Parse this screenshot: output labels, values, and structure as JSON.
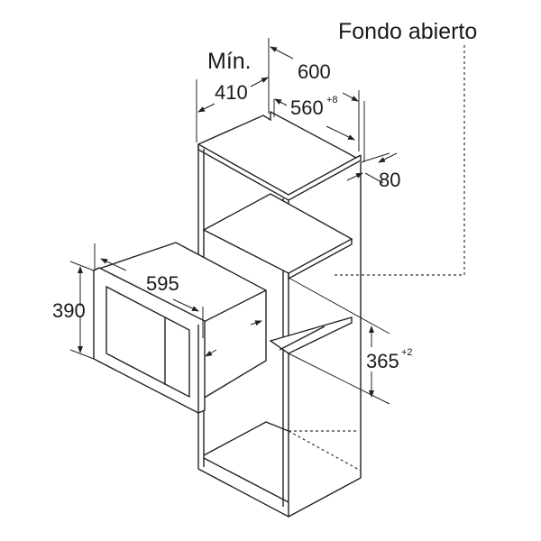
{
  "title": "Microwave built-in installation dimensions",
  "labels": {
    "open_back": "Fondo abierto",
    "min": "Mín.",
    "depth_min": "410",
    "cabinet_width": "600",
    "niche_width": "560",
    "niche_width_tol": "+8",
    "back_gap": "80",
    "appliance_width": "595",
    "appliance_height": "390",
    "niche_height": "365",
    "niche_height_tol": "+2"
  }
}
